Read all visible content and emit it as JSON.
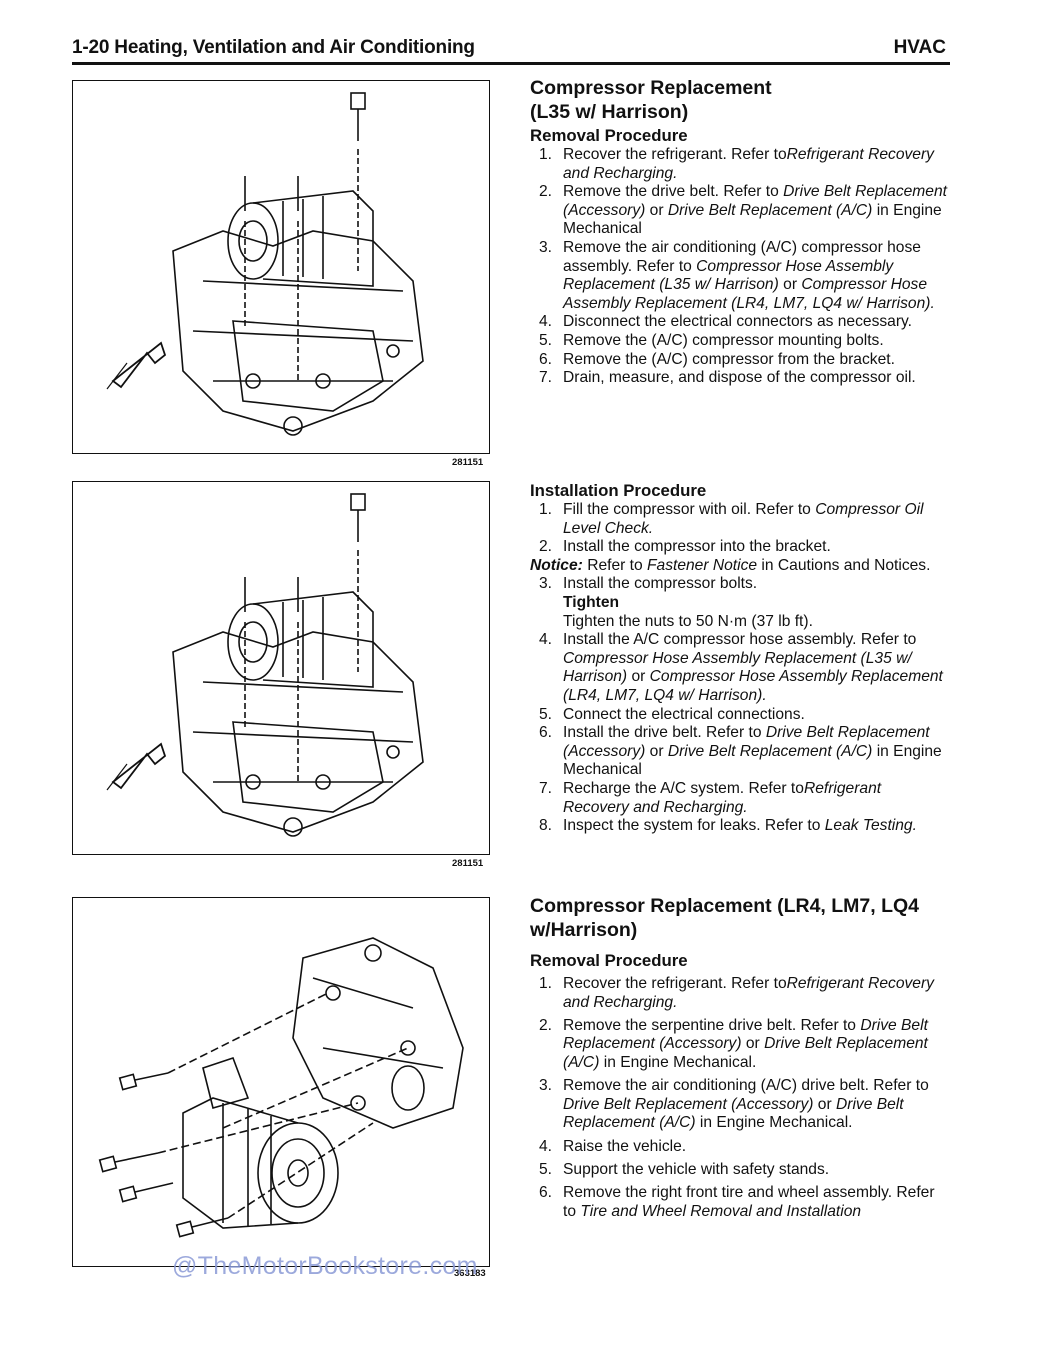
{
  "header": {
    "title": "1-20   Heating, Ventilation and Air Conditioning",
    "section": "HVAC"
  },
  "figures": [
    {
      "number": "281151"
    },
    {
      "number": "281151"
    },
    {
      "number": "363183"
    }
  ],
  "sections": [
    {
      "title_line1": "Compressor Replacement",
      "title_line2": "(L35 w/ Harrison)",
      "removal_heading": "Removal Procedure",
      "removal_steps": [
        {
          "n": "1.",
          "pre": "Recover the refrigerant. Refer to",
          "ref": "Refrigerant Recovery and Recharging."
        },
        {
          "n": "2.",
          "pre": "Remove the drive belt. Refer to ",
          "ref": "Drive Belt Replacement (Accessory)",
          "mid": " or ",
          "ref2": "Drive Belt Replacement (A/C)",
          "post": " in Engine Mechanical"
        },
        {
          "n": "3.",
          "pre": "Remove the air conditioning (A/C) compressor hose assembly. Refer to ",
          "ref": "Compressor Hose Assembly Replacement (L35 w/ Harrison)",
          "mid": " or ",
          "ref2": "Compressor Hose Assembly Replacement (LR4, LM7, LQ4 w/ Harrison)."
        },
        {
          "n": "4.",
          "pre": "Disconnect the electrical connectors as necessary."
        },
        {
          "n": "5.",
          "pre": "Remove the (A/C) compressor mounting bolts."
        },
        {
          "n": "6.",
          "pre": "Remove the (A/C) compressor from the bracket."
        },
        {
          "n": "7.",
          "pre": "Drain, measure, and dispose of the compressor oil."
        }
      ],
      "install_heading": "Installation Procedure",
      "install_steps_a": [
        {
          "n": "1.",
          "pre": "Fill the compressor with oil. Refer to ",
          "ref": "Compressor Oil Level Check."
        },
        {
          "n": "2.",
          "pre": "Install the compressor into the bracket."
        }
      ],
      "notice_label": "Notice:",
      "notice_pre": " Refer to ",
      "notice_ref": "Fastener Notice",
      "notice_post": " in Cautions and Notices.",
      "install_step3": {
        "n": "3.",
        "pre": "Install the compressor bolts."
      },
      "tighten_label": "Tighten",
      "tighten_text": "Tighten the nuts to 50 N·m (37 lb ft).",
      "install_steps_b": [
        {
          "n": "4.",
          "pre": "Install the A/C compressor hose assembly. Refer to ",
          "ref": "Compressor Hose Assembly Replacement (L35 w/ Harrison)",
          "mid": " or ",
          "ref2": "Compressor Hose Assembly Replacement (LR4, LM7, LQ4 w/ Harrison)."
        },
        {
          "n": "5.",
          "pre": "Connect the electrical connections."
        },
        {
          "n": "6.",
          "pre": "Install the drive belt. Refer to ",
          "ref": "Drive Belt Replacement (Accessory)",
          "mid": " or ",
          "ref2": "Drive Belt Replacement (A/C)",
          "post": " in Engine Mechanical"
        },
        {
          "n": "7.",
          "pre": "Recharge the A/C system. Refer to",
          "ref": "Refrigerant Recovery and Recharging."
        },
        {
          "n": "8.",
          "pre": "Inspect the system for leaks. Refer to ",
          "ref": "Leak Testing."
        }
      ]
    },
    {
      "title_line1": "Compressor Replacement (LR4, LM7, LQ4",
      "title_line2": "w/Harrison)",
      "removal_heading": "Removal Procedure",
      "removal_steps": [
        {
          "n": "1.",
          "pre": "Recover the refrigerant. Refer to",
          "ref": "Refrigerant Recovery and Recharging."
        },
        {
          "n": "2.",
          "pre": "Remove the serpentine drive belt. Refer to ",
          "ref": "Drive Belt Replacement (Accessory)",
          "mid": " or ",
          "ref2": "Drive Belt Replacement (A/C)",
          "post": " in Engine Mechanical."
        },
        {
          "n": "3.",
          "pre": "Remove the air conditioning (A/C) drive belt. Refer to ",
          "ref": "Drive Belt Replacement (Accessory)",
          "mid": " or ",
          "ref2": "Drive Belt Replacement (A/C)",
          "post": " in Engine Mechanical."
        },
        {
          "n": "4.",
          "pre": "Raise the vehicle."
        },
        {
          "n": "5.",
          "pre": "Support the vehicle with safety stands."
        },
        {
          "n": "6.",
          "pre": "Remove the right front tire and wheel assembly. Refer to ",
          "ref": "Tire and Wheel Removal and Installation"
        }
      ]
    }
  ],
  "watermark": "@TheMotorBookstore.com"
}
